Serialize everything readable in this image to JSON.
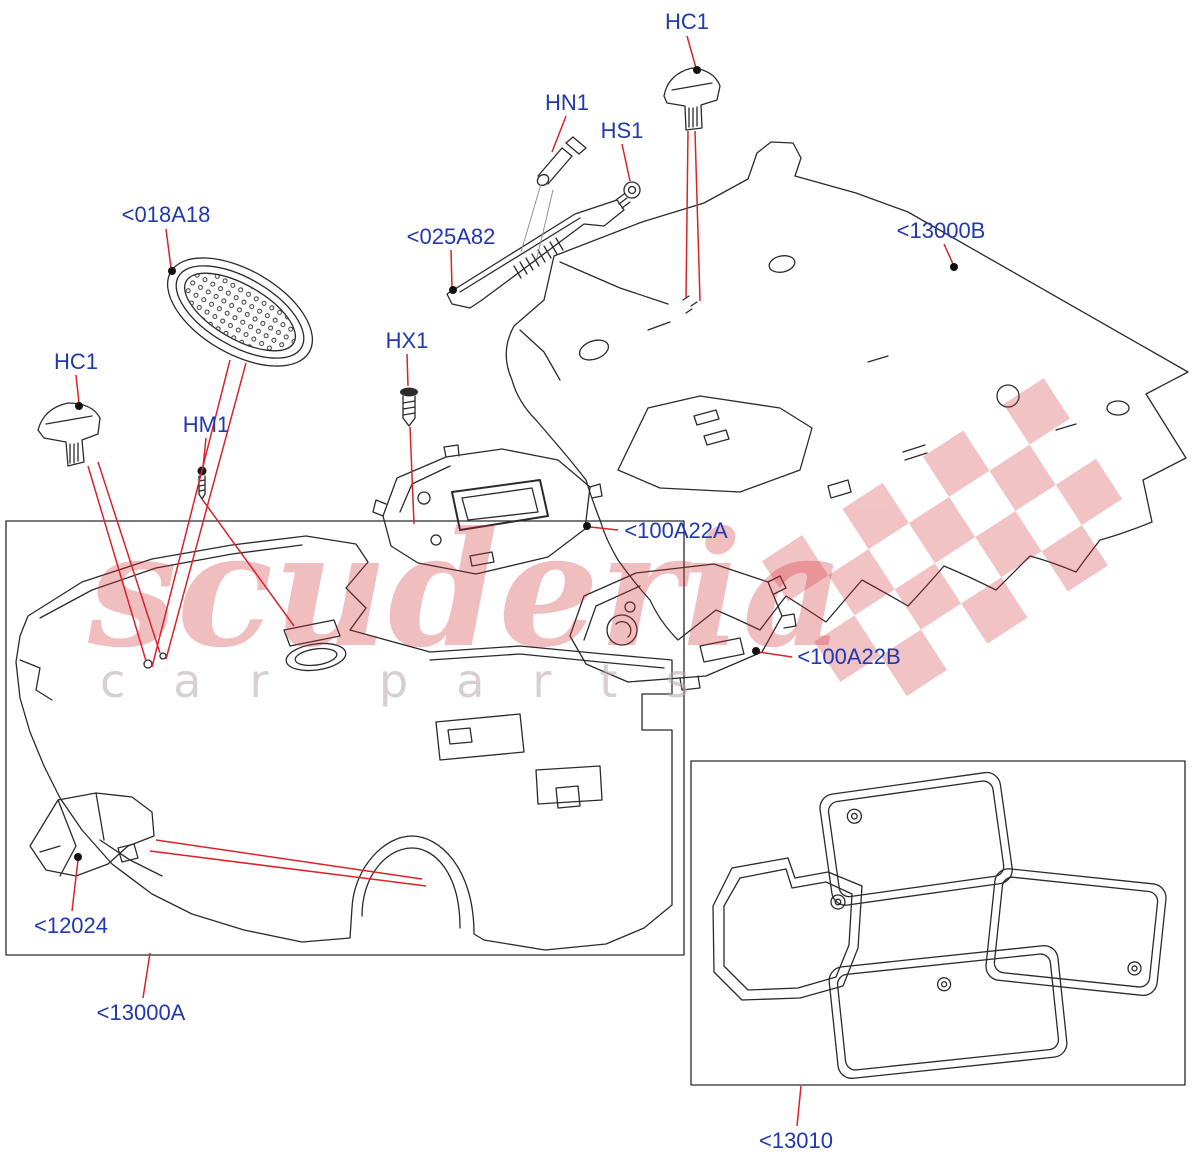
{
  "diagram_title": "Floor coverings exploded parts diagram",
  "watermark": {
    "brand": "scuderia",
    "sub": "car parts",
    "brand_color": "#d42a33"
  },
  "colors": {
    "label_blue": "#2038b0",
    "leader_red": "#d9232a",
    "line_black": "#2a2a2a"
  },
  "labels": {
    "hc1_top": "HC1",
    "hn1": "HN1",
    "hs1": "HS1",
    "grille": "<018A18",
    "sill": "<025A82",
    "rear_carpet": "<13000B",
    "hc1_left": "HC1",
    "hx1": "HX1",
    "hm1": "HM1",
    "bracket_a": "<100A22A",
    "bracket_b": "<100A22B",
    "bracket_small": "<12024",
    "front_carpet": "<13000A",
    "mat_set": "<13010"
  }
}
